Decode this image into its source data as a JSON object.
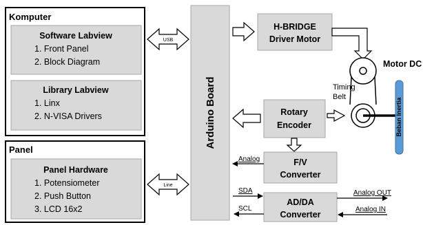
{
  "komputer": {
    "title": "Komputer",
    "software": {
      "title": "Software Labview",
      "items": [
        "1.  Front Panel",
        "2.  Block Diagram"
      ]
    },
    "library": {
      "title": "Library Labview",
      "items": [
        "1.  Linx",
        "2.  N-VISA Drivers"
      ]
    }
  },
  "panel": {
    "title": "Panel",
    "hardware": {
      "title": "Panel Hardware",
      "items": [
        "1.  Potensiometer",
        "2.  Push Button",
        "3.  LCD 16x2"
      ]
    }
  },
  "links": {
    "usb": "USB",
    "line": "Line"
  },
  "arduino": {
    "label": "Arduino Board"
  },
  "hbridge": {
    "line1": "H-BRIDGE",
    "line2": "Driver Motor"
  },
  "motor": {
    "label": "Motor DC"
  },
  "timing_belt": {
    "line1": "Timing",
    "line2": "Belt"
  },
  "beban": {
    "label": "Beban Inertia"
  },
  "encoder": {
    "line1": "Rotary",
    "line2": "Encoder"
  },
  "fv": {
    "line1": "F/V",
    "line2": "Converter"
  },
  "adda": {
    "line1": "AD/DA",
    "line2": "Converter"
  },
  "signals": {
    "analog": "Analog",
    "sda": "SDA",
    "scl": "SCL",
    "analog_out": "Analog OUT",
    "analog_in": "Analog IN"
  },
  "colors": {
    "box_fill": "#d9d9d9",
    "box_stroke": "#a6a6a6",
    "beban_fill": "#5b9bd5"
  }
}
